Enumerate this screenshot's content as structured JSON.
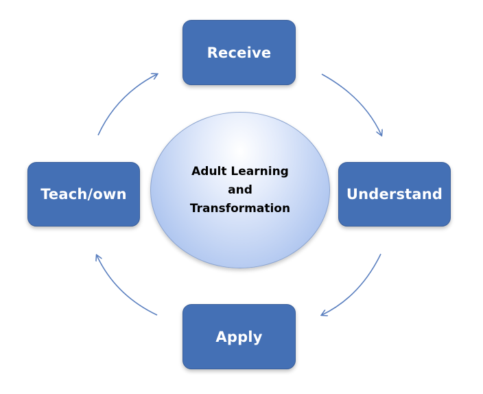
{
  "diagram": {
    "center": {
      "lines": [
        "Adult Learning",
        "and",
        "Transformation"
      ]
    },
    "stages": {
      "top": "Receive",
      "right": "Understand",
      "bottom": "Apply",
      "left": "Teach/own"
    },
    "colors": {
      "box_fill": "#4470b5",
      "box_text": "#ffffff",
      "arrow": "#5a7fbf",
      "center_fill": "#b2c8f0",
      "center_text": "#000000"
    }
  }
}
